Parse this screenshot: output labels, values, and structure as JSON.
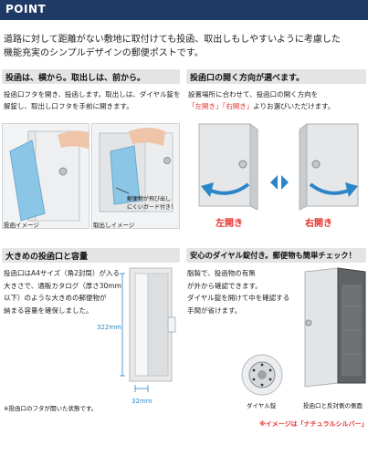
{
  "header": {
    "title": "POINT"
  },
  "intro": {
    "line1": "道路に対して距離がない敷地に取付けても投函、取出しもしやすいように考慮した",
    "line2": "機能充実のシンプルデザインの郵便ポストです。"
  },
  "sections": {
    "front": {
      "title": "投函は、横から。取出しは、前から。",
      "line1": "投函口フタを開き、投函します。取出しは、ダイヤル錠を",
      "line2": "解錠し、取出し口フタを手前に開きます。",
      "cap_left": "投函イメージ",
      "cap_right": "取出しイメージ",
      "callout1": "郵便物が飛び出し",
      "callout2": "にくいガード付き！"
    },
    "direction": {
      "title": "投函口の開く方向が選べます。",
      "line1": "設置場所に合わせて、投函口の開く方向を",
      "opt_left": "「左開き」",
      "opt_right": "「右開き」",
      "line2_tail": "よりお選びいただけます。",
      "label_left": "左開き",
      "label_right": "右開き"
    },
    "capacity": {
      "title": "大きめの投函口と容量",
      "line1": "投函口はA4サイズ（角2封筒）が入る",
      "line2": "大きさで、通販カタログ（厚さ30mm",
      "line3": "以下）のような大きめの郵便物が",
      "line4": "納まる容量を確保しました。",
      "dim_height": "322mm",
      "dim_width": "32mm",
      "note": "※投函口のフタが開いた状態です。"
    },
    "lock": {
      "title": "安心のダイヤル錠付き。郵便物も簡単チェック！",
      "line1": "脂製で、投函物の有無",
      "line2": "が外から確認できます。",
      "line3": "ダイヤル錠を開けて中を確認する",
      "line4": "手間が省けます。",
      "cap_dial": "ダイヤル錠",
      "cap_side": "投函口と反対側の側面",
      "note": "※イメージは「ナチュラルシルバー」"
    }
  },
  "colors": {
    "banner": "#1f3a64",
    "accent": "#e6322d",
    "arrow": "#2a86c8",
    "section_bg": "#e4e4e4"
  }
}
